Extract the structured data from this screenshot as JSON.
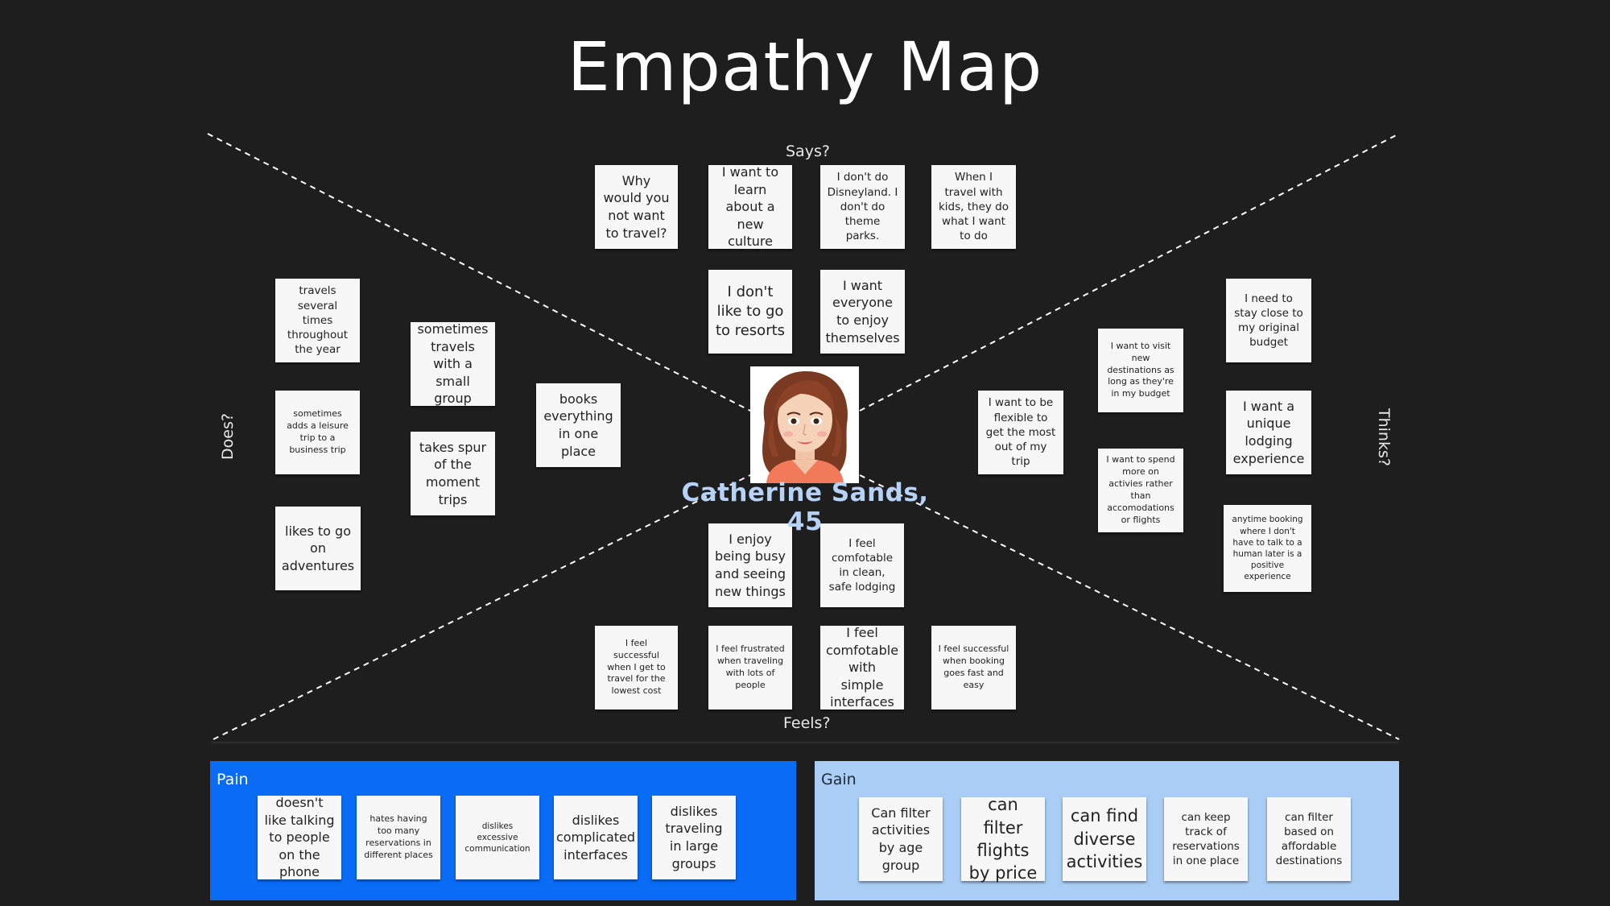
{
  "title": "Empathy Map",
  "quadrants": {
    "says": "Says?",
    "does": "Does?",
    "thinks": "Thinks?",
    "feels": "Feels?"
  },
  "persona": {
    "name": "Catherine Sands, 45",
    "avatar": "woman-avatar-icon"
  },
  "says_notes": [
    "Why would you not want to travel?",
    "I want to learn about a new culture",
    "I don't do Disneyland. I don't do theme parks.",
    "When I travel with kids, they do what I want to do",
    "I don't like to go to resorts",
    "I want everyone to enjoy themselves"
  ],
  "does_notes": [
    "travels several times throughout the year",
    "sometimes adds a leisure trip to a business trip",
    "likes to go on adventures",
    "sometimes travels with a small group",
    "takes spur of the moment trips",
    "books everything in one place"
  ],
  "thinks_notes": [
    "I need to stay close to my original budget",
    "I want a unique lodging experience",
    "anytime booking where I don't have to talk to a human later is a positive experience",
    "I want to visit new destinations as long as they're in my budget",
    "I want to spend more on activies rather than accomodations or flights",
    "I want to be flexible to get the most out of my trip"
  ],
  "feels_notes": [
    "I enjoy being busy and seeing new things",
    "I feel comfotable in clean, safe lodging",
    "I feel successful when I get to travel for the lowest cost",
    "I feel frustrated when traveling with lots of people",
    "I feel comfotable with simple interfaces",
    "I feel successful when booking goes fast and easy"
  ],
  "pain": {
    "label": "Pain",
    "notes": [
      "doesn't like talking to people on the phone",
      "hates having too many reservations in different places",
      "dislikes excessive communication",
      "dislikes complicated interfaces",
      "dislikes traveling in large groups"
    ]
  },
  "gain": {
    "label": "Gain",
    "notes": [
      "Can filter activities by age group",
      "can filter flights by price",
      "can find diverse activities",
      "can keep track of reservations in one place",
      "can filter based on affordable destinations"
    ]
  },
  "colors": {
    "background": "#1e1e1f",
    "pain_panel": "#0a6cf5",
    "gain_panel": "#a9cdf4",
    "sticky_note": "#f7f7f7",
    "persona_name": "#b7d2f7"
  }
}
